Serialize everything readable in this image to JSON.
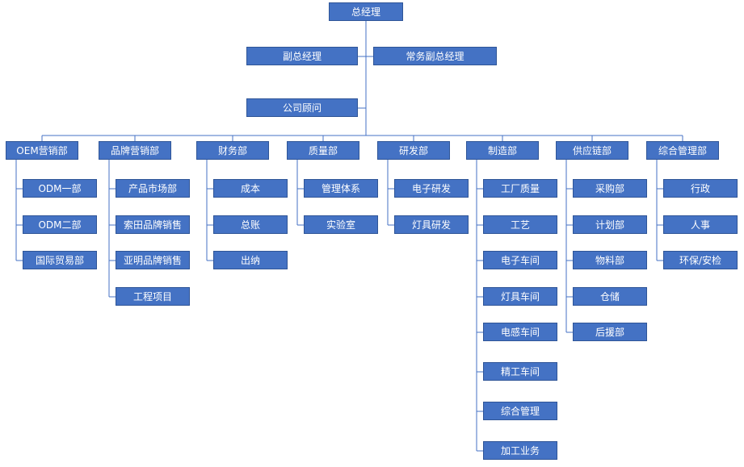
{
  "chart": {
    "colors": {
      "node_fill": "#4472C4",
      "node_border": "#2F5597",
      "connector": "#4472C4",
      "text": "#FFFFFF",
      "background": "#FFFFFF"
    },
    "top": {
      "gm": "总经理",
      "deputy": "副总经理",
      "exec_deputy": "常务副总经理",
      "advisor": "公司顾问"
    },
    "departments": [
      {
        "label": "OEM营销部",
        "children": [
          "ODM一部",
          "ODM二部",
          "国际贸易部"
        ]
      },
      {
        "label": "品牌营销部",
        "children": [
          "产品市场部",
          "索田品牌销售",
          "亚明品牌销售",
          "工程项目"
        ]
      },
      {
        "label": "财务部",
        "children": [
          "成本",
          "总账",
          "出纳"
        ]
      },
      {
        "label": "质量部",
        "children": [
          "管理体系",
          "实验室"
        ]
      },
      {
        "label": "研发部",
        "children": [
          "电子研发",
          "灯具研发"
        ]
      },
      {
        "label": "制造部",
        "children": [
          "工厂质量",
          "工艺",
          "电子车间",
          "灯具车间",
          "电感车间",
          "精工车间",
          "综合管理",
          "加工业务"
        ]
      },
      {
        "label": "供应链部",
        "children": [
          "采购部",
          "计划部",
          "物料部",
          "仓储",
          "后援部"
        ]
      },
      {
        "label": "综合管理部",
        "children": [
          "行政",
          "人事",
          "环保/安检"
        ]
      }
    ]
  }
}
